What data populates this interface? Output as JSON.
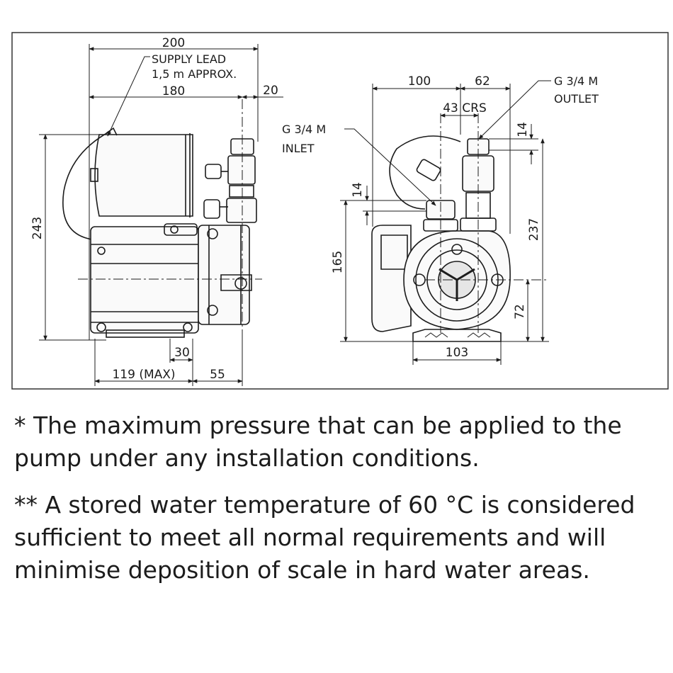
{
  "diagram": {
    "side_view": {
      "dimensions": {
        "overall_width": "200",
        "inner_width": "180",
        "fitting_offset": "20",
        "height": "243",
        "foot_width": "30",
        "overhang_max": "119 (MAX)",
        "base_offset": "55"
      },
      "callouts": {
        "supply_lead_line1": "SUPPLY LEAD",
        "supply_lead_line2": "1,5 m APPROX."
      }
    },
    "end_view": {
      "dimensions": {
        "left_width": "100",
        "right_width": "62",
        "centres": "43 CRS",
        "outlet_offset": "14",
        "inlet_offset": "14",
        "inlet_height": "165",
        "outlet_height": "237",
        "shaft_height": "72",
        "base_width": "103"
      },
      "callouts": {
        "outlet_line1": "G 3/4 M",
        "outlet_line2": "OUTLET",
        "inlet_line1": "G 3/4 M",
        "inlet_line2": "INLET"
      }
    }
  },
  "notes": [
    "* The maximum pressure that can be applied to the pump under any installation conditions.",
    "** A stored water temperature of 60 °C is considered sufficient to meet all normal requirements and will minimise deposition of scale in hard water areas."
  ]
}
